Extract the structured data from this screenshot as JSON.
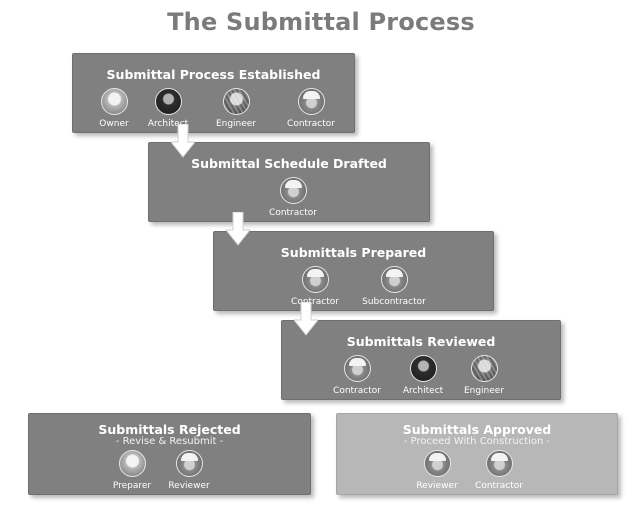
{
  "title": "The Submittal Process",
  "steps": [
    {
      "title": "Submittal Process Established",
      "people": [
        {
          "role": "Owner",
          "icon": "owner-avatar-icon"
        },
        {
          "role": "Architect",
          "icon": "architect-avatar-icon"
        },
        {
          "role": "Engineer",
          "icon": "engineer-avatar-icon"
        },
        {
          "role": "Contractor",
          "icon": "contractor-avatar-icon"
        }
      ]
    },
    {
      "title": "Submittal Schedule Drafted",
      "people": [
        {
          "role": "Contractor",
          "icon": "contractor-avatar-icon"
        }
      ]
    },
    {
      "title": "Submittals Prepared",
      "people": [
        {
          "role": "Contractor",
          "icon": "contractor-avatar-icon"
        },
        {
          "role": "Subcontractor",
          "icon": "subcontractor-avatar-icon"
        }
      ]
    },
    {
      "title": "Submittals Reviewed",
      "people": [
        {
          "role": "Contractor",
          "icon": "contractor-avatar-icon"
        },
        {
          "role": "Architect",
          "icon": "architect-avatar-icon"
        },
        {
          "role": "Engineer",
          "icon": "engineer-avatar-icon"
        }
      ]
    }
  ],
  "outcomes": [
    {
      "title": "Submittals Rejected",
      "subtitle": "- Revise & Resubmit -",
      "people": [
        {
          "role": "Preparer",
          "icon": "preparer-avatar-icon"
        },
        {
          "role": "Reviewer",
          "icon": "reviewer-avatar-icon"
        }
      ]
    },
    {
      "title": "Submittals Approved",
      "subtitle": "- Proceed With Construction -",
      "people": [
        {
          "role": "Reviewer",
          "icon": "reviewer-avatar-icon"
        },
        {
          "role": "Contractor",
          "icon": "contractor-avatar-icon"
        }
      ]
    }
  ],
  "colors": {
    "title": "#7b7b7b",
    "box": "#808080",
    "box_light": "#b7b7b7",
    "arrow": "#ffffff"
  }
}
